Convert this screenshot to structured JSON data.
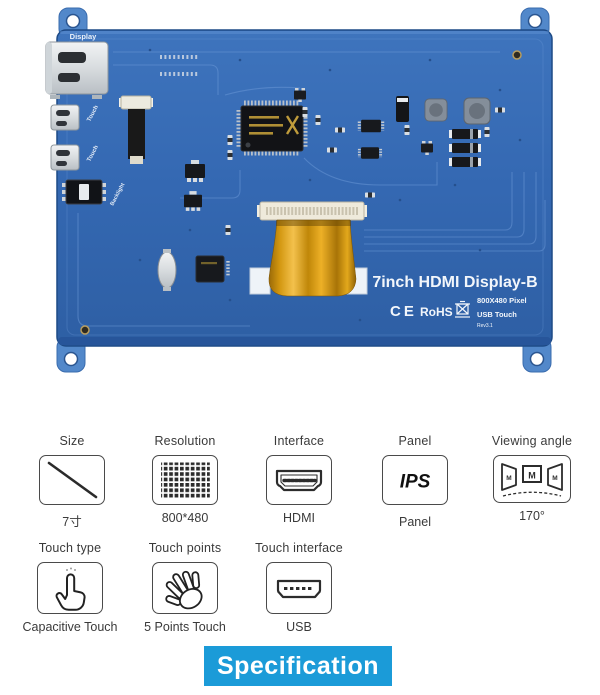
{
  "pcb": {
    "colors": {
      "board": "#3568b1",
      "tab": "#5288ca",
      "flex_cable": "#d2960f"
    },
    "silkscreen": {
      "display_label": "Display",
      "touch_label_1": "Touch",
      "touch_label_2": "Touch",
      "backlight_label": "Backlight",
      "title": "7inch HDMI Display-B",
      "ce_mark": "CE",
      "rohs": "RoHS",
      "pixel": "800X480 Pixel",
      "usb_touch": "USB Touch",
      "rev": "Rev3.1"
    }
  },
  "specs": {
    "row1": [
      {
        "title": "Size",
        "caption": "7寸",
        "icon": "size-diagonal-icon"
      },
      {
        "title": "Resolution",
        "caption": "800*480",
        "icon": "pixel-grid-icon"
      },
      {
        "title": "Interface",
        "caption": "HDMI",
        "icon": "hdmi-connector-icon"
      },
      {
        "title": "Panel",
        "caption": "Panel",
        "icon": "ips-panel-icon",
        "icon_text": "IPS"
      },
      {
        "title": "Viewing angle",
        "caption": "170°",
        "icon": "viewing-angle-icon",
        "icon_text": "M"
      }
    ],
    "row2": [
      {
        "title": "Touch type",
        "caption": "Capacitive Touch",
        "icon": "pointing-hand-icon"
      },
      {
        "title": "Touch points",
        "caption": "5 Points Touch",
        "icon": "five-finger-hand-icon"
      },
      {
        "title": "Touch interface",
        "caption": "USB",
        "icon": "micro-usb-icon"
      }
    ]
  },
  "footer": {
    "button_label": "Specification",
    "button_color": "#1b9bd8"
  }
}
